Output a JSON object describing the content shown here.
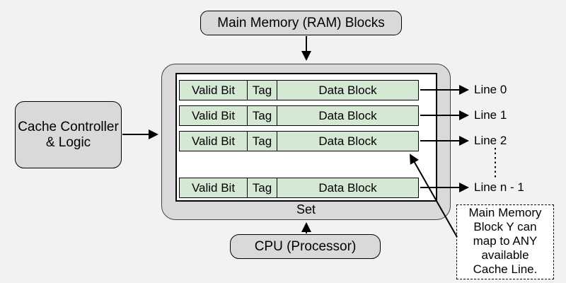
{
  "title_boxes": {
    "main_memory": "Main Memory (RAM) Blocks",
    "cache_controller_line1": "Cache Controller",
    "cache_controller_line2": "& Logic",
    "cpu": "CPU (Processor)"
  },
  "cache": {
    "set_label": "Set",
    "rows": [
      {
        "valid_bit": "Valid Bit",
        "tag": "Tag",
        "data_block": "Data Block"
      },
      {
        "valid_bit": "Valid Bit",
        "tag": "Tag",
        "data_block": "Data Block"
      },
      {
        "valid_bit": "Valid Bit",
        "tag": "Tag",
        "data_block": "Data Block"
      },
      {
        "valid_bit": "Valid Bit",
        "tag": "Tag",
        "data_block": "Data Block"
      }
    ],
    "line_labels": [
      "Line 0",
      "Line 1",
      "Line 2",
      "Line n - 1"
    ]
  },
  "note": {
    "lines": [
      "Main Memory",
      "Block Y can",
      "map to ANY",
      "available",
      "Cache Line."
    ]
  },
  "colors": {
    "background": "#f2f2f2",
    "box_fill": "#d9d9d9",
    "cell_fill": "#d5e8d4",
    "note_fill": "#ffffff",
    "stroke": "#000000"
  }
}
